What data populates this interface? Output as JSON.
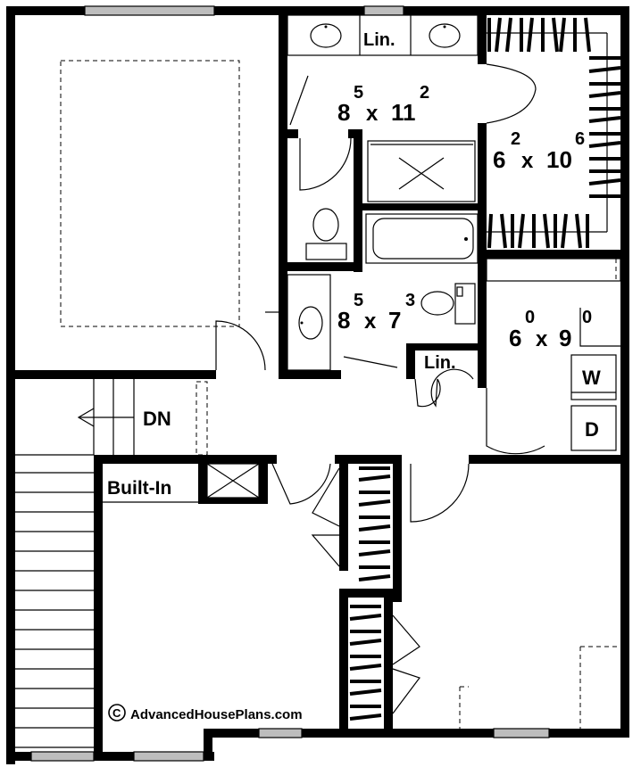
{
  "rooms": {
    "bath_top": {
      "a": "8",
      "a_sup": "5",
      "b": "11",
      "b_sup": "2"
    },
    "closet_right": {
      "a": "6",
      "a_sup": "2",
      "b": "10",
      "b_sup": "6"
    },
    "bath_mid": {
      "a": "8",
      "a_sup": "5",
      "b": "7",
      "b_sup": "3"
    },
    "laundry": {
      "a": "6",
      "a_sup": "0",
      "b": "9",
      "b_sup": "0"
    }
  },
  "labels": {
    "linen_top": "Lin.",
    "linen_mid": "Lin.",
    "washer": "W",
    "dryer": "D",
    "stairs_down": "DN",
    "built_in": "Built-In",
    "copyright_symbol": "C",
    "copyright_text": "AdvancedHousePlans.com",
    "size_sep": "x"
  }
}
